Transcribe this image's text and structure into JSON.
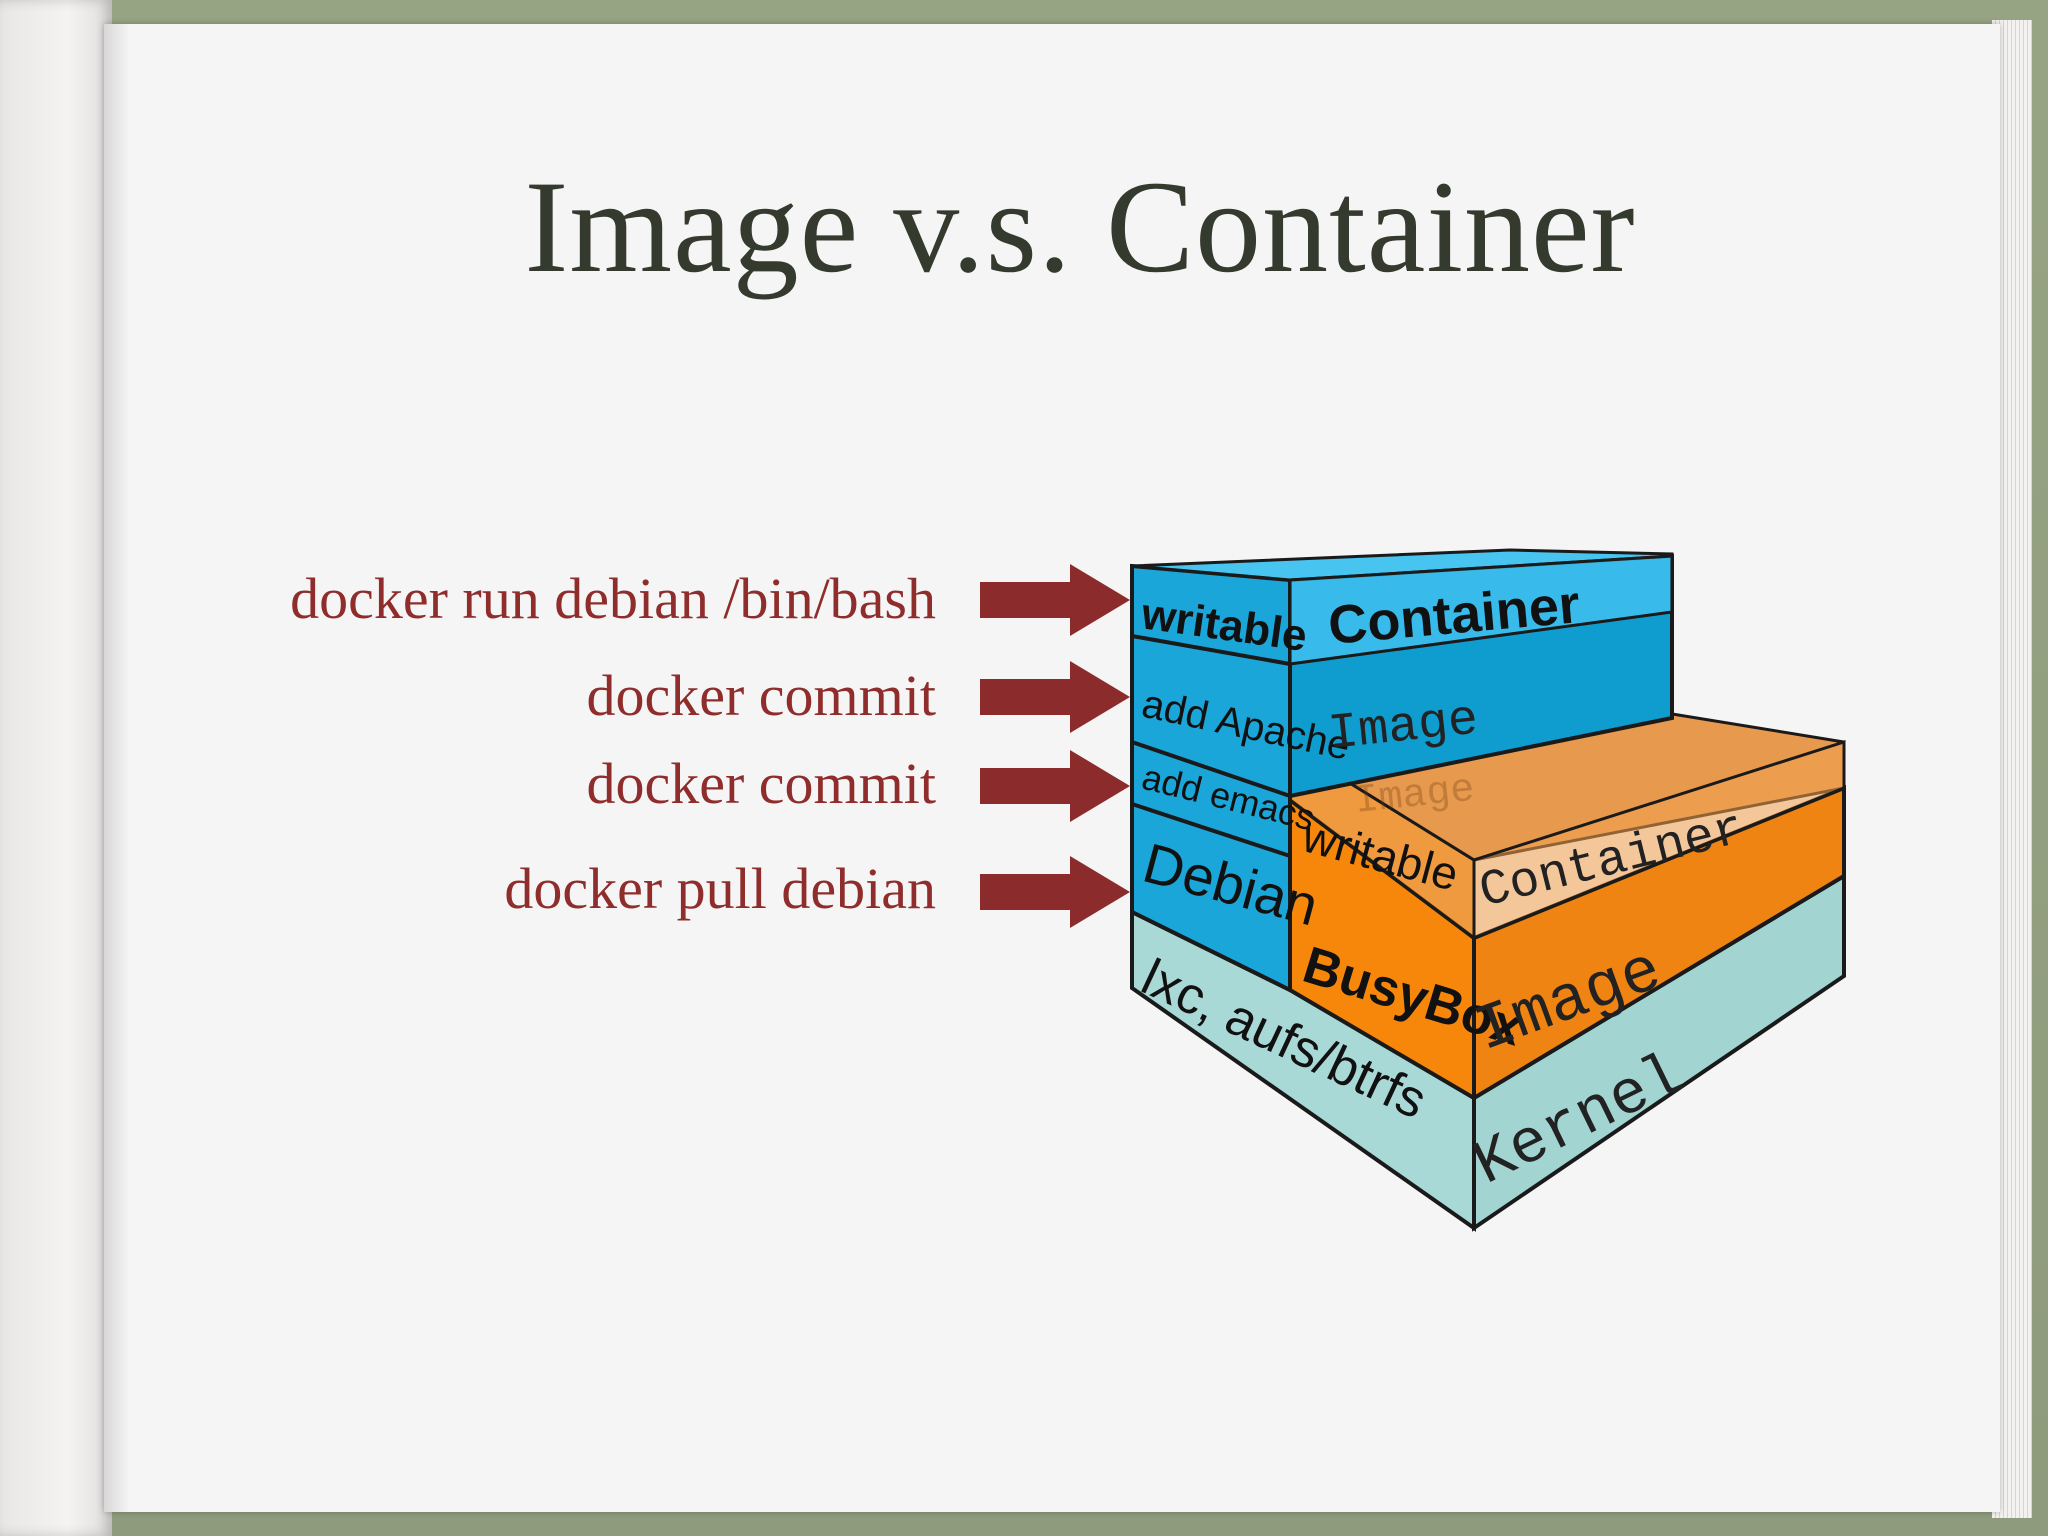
{
  "slide": {
    "title": "Image v.s. Container"
  },
  "commands": [
    {
      "label": "docker run debian /bin/bash"
    },
    {
      "label": "docker commit"
    },
    {
      "label": "docker commit"
    },
    {
      "label": "docker pull debian"
    }
  ],
  "diagram": {
    "left_stack": {
      "layers": [
        "writable",
        "add Apache",
        "add emacs",
        "Debian"
      ],
      "top_label": "Container",
      "body_label": "Image",
      "ghost_label": "Image"
    },
    "right_stack": {
      "layers": [
        "writable",
        "BusyBox"
      ],
      "top_label": "Container",
      "body_label": "Image"
    },
    "base": {
      "front_label": "lxc, aufs/btrfs",
      "side_label": "Kernel"
    }
  },
  "colors": {
    "title": "#353a2e",
    "command_text": "#8e2d2b",
    "arrow": "#8b2b2b",
    "blue_layer": "#1aa3d8",
    "blue_top": "#3fc0ef",
    "orange_layer": "#f58a0a",
    "orange_top": "#e5780d",
    "kernel": "#a8d8d6"
  }
}
